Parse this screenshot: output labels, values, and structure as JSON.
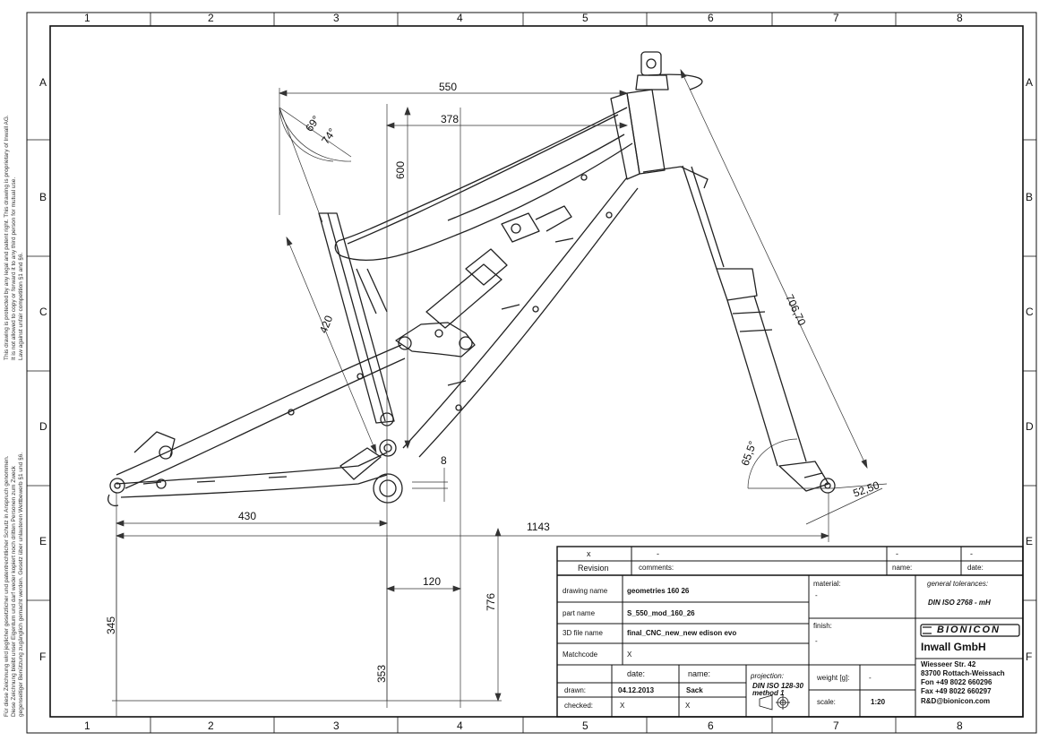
{
  "sheet": {
    "col_labels": [
      "1",
      "2",
      "3",
      "4",
      "5",
      "6",
      "7",
      "8"
    ],
    "row_labels": [
      "A",
      "B",
      "C",
      "D",
      "E",
      "F"
    ],
    "copyright_en": [
      "This drawing is protected by any legal and patent right. This drawing is proprietary of Inwall AG.",
      "It is not allowed to copy or forward it to any third person for mutual use.",
      "Law against unfair competition §1 and §6."
    ],
    "copyright_de": [
      "Für diese Zeichnung wird jeglicher gesetzlicher und patentrechtlicher Schutz in Anspruch genommen.",
      "Diese Zeichnung bleibt unser Eigentum und darf weder kopiert noch dritten Personen zum Zweck",
      "gegenseitiger Benützung zugänglich gemacht werden. Gesetz über unlauteren Wettbewerb §1 und §6."
    ]
  },
  "dimensions": {
    "d550": "550",
    "d378": "378",
    "a69": "69°",
    "a74": "74°",
    "d600": "600",
    "d420": "420",
    "d706": "706,70",
    "a655": "65,5°",
    "d5250": "52,50",
    "d8": "8",
    "d430": "430",
    "d1143": "1143",
    "d120": "120",
    "d776": "776",
    "d345": "345",
    "d353": "353"
  },
  "title_block": {
    "rev_x": "x",
    "rev_dash1": "-",
    "rev_dash2": "-",
    "rev_dash3": "-",
    "revision": "Revision",
    "comments": "comments:",
    "name": "name:",
    "date": "date:",
    "drawing_name_label": "drawing name",
    "drawing_name": "geometries 160 26",
    "part_name_label": "part name",
    "part_name": "S_550_mod_160_26",
    "file_label": "3D file name",
    "file_name": "final_CNC_new_new edison evo",
    "matchcode_label": "Matchcode",
    "matchcode": "X",
    "material_label": "material:",
    "material": "-",
    "finish_label": "finish:",
    "finish": "-",
    "date_head": "date:",
    "name_head": "name:",
    "drawn_label": "drawn:",
    "drawn_date": "04.12.2013",
    "drawn_name": "Sack",
    "checked_label": "checked:",
    "checked_date": "X",
    "checked_name": "X",
    "projection_label": "projection:",
    "projection": "DIN ISO 128-30",
    "projection_method": "method 1",
    "weight_label": "weight [g]:",
    "weight": "-",
    "scale_label": "scale:",
    "scale": "1:20",
    "tolerances_label": "general tolerances:",
    "tolerances": "DIN ISO 2768 - mH",
    "brand": "BIONICON",
    "company": "Inwall GmbH",
    "address": [
      "Wiesseer Str. 42",
      "83700  Rottach-Weissach",
      "Fon +49 8022 660296",
      "Fax +49 8022 660297",
      "R&D@bionicon.com"
    ]
  }
}
